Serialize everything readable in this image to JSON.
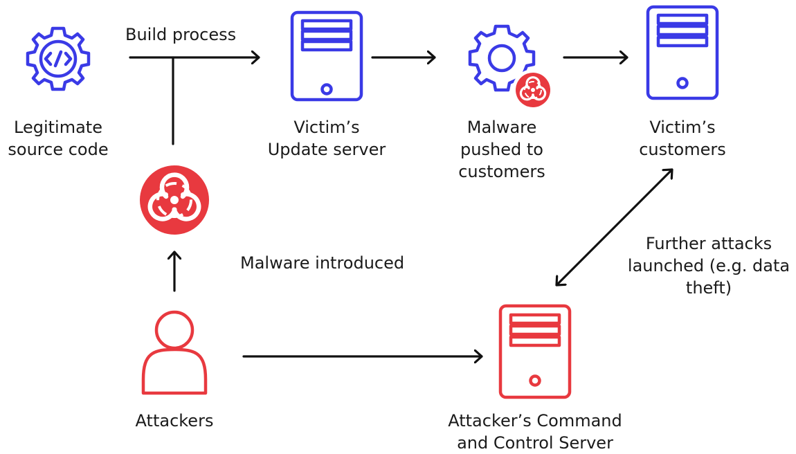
{
  "nodes": {
    "source_code": {
      "lines": [
        "Legitimate",
        "source code"
      ]
    },
    "update_server": {
      "lines": [
        "Victim’s",
        "Update server"
      ]
    },
    "malware_pushed": {
      "lines": [
        "Malware",
        "pushed to",
        "customers"
      ]
    },
    "customers": {
      "lines": [
        "Victim’s",
        "customers"
      ]
    },
    "attackers": {
      "lines": [
        "Attackers"
      ]
    },
    "c2_server": {
      "lines": [
        "Attacker’s Command",
        "and Control Server"
      ]
    }
  },
  "edges": {
    "build_process": "Build process",
    "malware_introduced": "Malware introduced",
    "further_attacks": [
      "Further attacks",
      "launched (e.g. data",
      "theft)"
    ]
  },
  "icons": {
    "source_code": "code-gear-icon",
    "update_server": "server-icon",
    "malware_pushed": "gear-with-biohazard-icon",
    "customers": "server-icon",
    "malware": "biohazard-icon",
    "attackers": "person-icon",
    "c2_server": "server-icon"
  },
  "colors": {
    "victim": "#3a3ae6",
    "attacker": "#e8393f",
    "arrow": "#111111"
  }
}
